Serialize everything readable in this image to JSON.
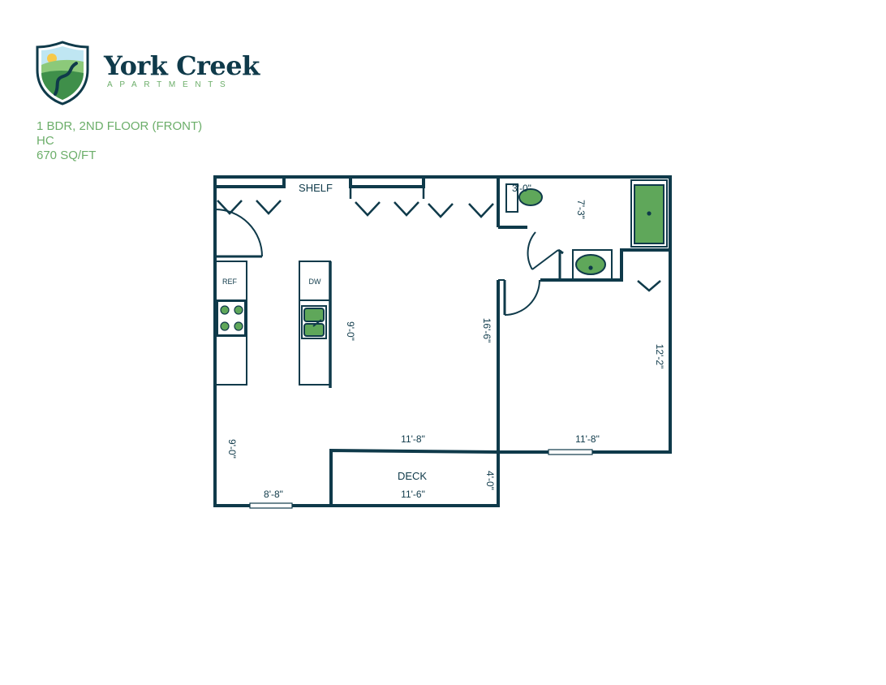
{
  "brand": {
    "name": "York Creek",
    "subtitle": "APARTMENTS"
  },
  "unit": {
    "type": "1 BDR, 2ND FLOOR (FRONT)",
    "accessibility": "HC",
    "area": "670 SQ/FT"
  },
  "labels": {
    "shelf": "SHELF",
    "ref": "REF",
    "dw": "DW",
    "deck": "DECK"
  },
  "dimensions": {
    "bath_width": "3'-0\"",
    "bath_depth": "7'-3\"",
    "island_depth": "9'-0\"",
    "living_depth": "16'-6\"",
    "bedroom_depth": "12'-2\"",
    "living_width": "11'-8\"",
    "bedroom_width": "11'-8\"",
    "dining_depth": "9'-0\"",
    "dining_width": "8'-8\"",
    "deck_width": "11'-6\"",
    "deck_depth": "4'-0\""
  },
  "colors": {
    "wall": "#0f3a4a",
    "accent": "#6cae6a",
    "fixture_fill": "#5fa75a"
  }
}
